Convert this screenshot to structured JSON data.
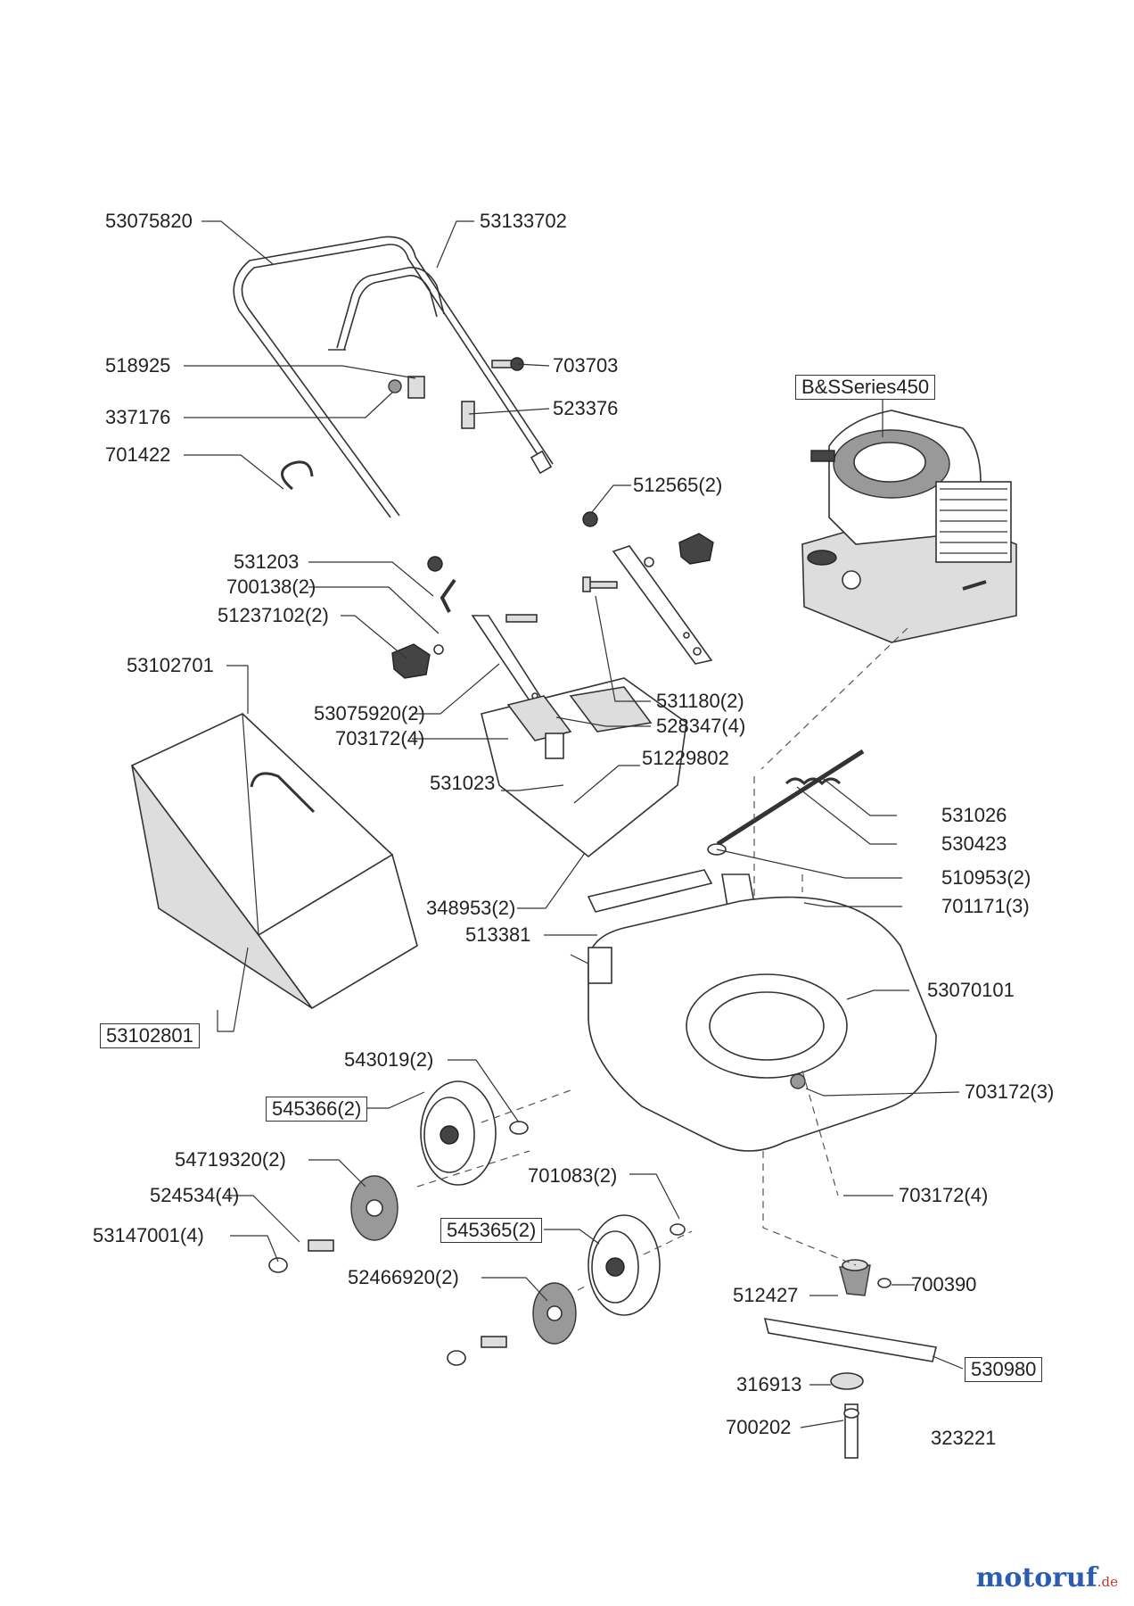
{
  "labels": {
    "l53075820": "53075820",
    "l53133702": "53133702",
    "l518925": "518925",
    "l703703": "703703",
    "l337176": "337176",
    "l523376": "523376",
    "l701422": "701422",
    "lBS": "B&SSeries450",
    "l512565": "512565(2)",
    "l531203": "531203",
    "l700138": "700138(2)",
    "l51237102": "51237102(2)",
    "l53102701": "53102701",
    "l53075920": "53075920(2)",
    "l703172a": "703172(4)",
    "l531180": "531180(2)",
    "l528347": "528347(4)",
    "l531023": "531023",
    "l51229802": "51229802",
    "l531026": "531026",
    "l530423": "530423",
    "l510953": "510953(2)",
    "l348953": "348953(2)",
    "l701171": "701171(3)",
    "l513381": "513381",
    "l53070101": "53070101",
    "l53102801": "53102801",
    "l543019": "543019(2)",
    "l703172b": "703172(3)",
    "l545366": "545366(2)",
    "l54719320": "54719320(2)",
    "l701083": "701083(2)",
    "l703172c": "703172(4)",
    "l524534": "524534(4)",
    "l53147001": "53147001(4)",
    "l545365": "545365(2)",
    "l52466920": "52466920(2)",
    "l512427": "512427",
    "l700390": "700390",
    "l530980": "530980",
    "l316913": "316913",
    "l700202": "700202",
    "l323221": "323221"
  },
  "brand": {
    "name": "motoruf",
    "tld": ".de"
  },
  "colors": {
    "line": "#333333",
    "shade": "#dddddd",
    "brand_red": "#c0392b",
    "brand_blue": "#2a5db0"
  }
}
